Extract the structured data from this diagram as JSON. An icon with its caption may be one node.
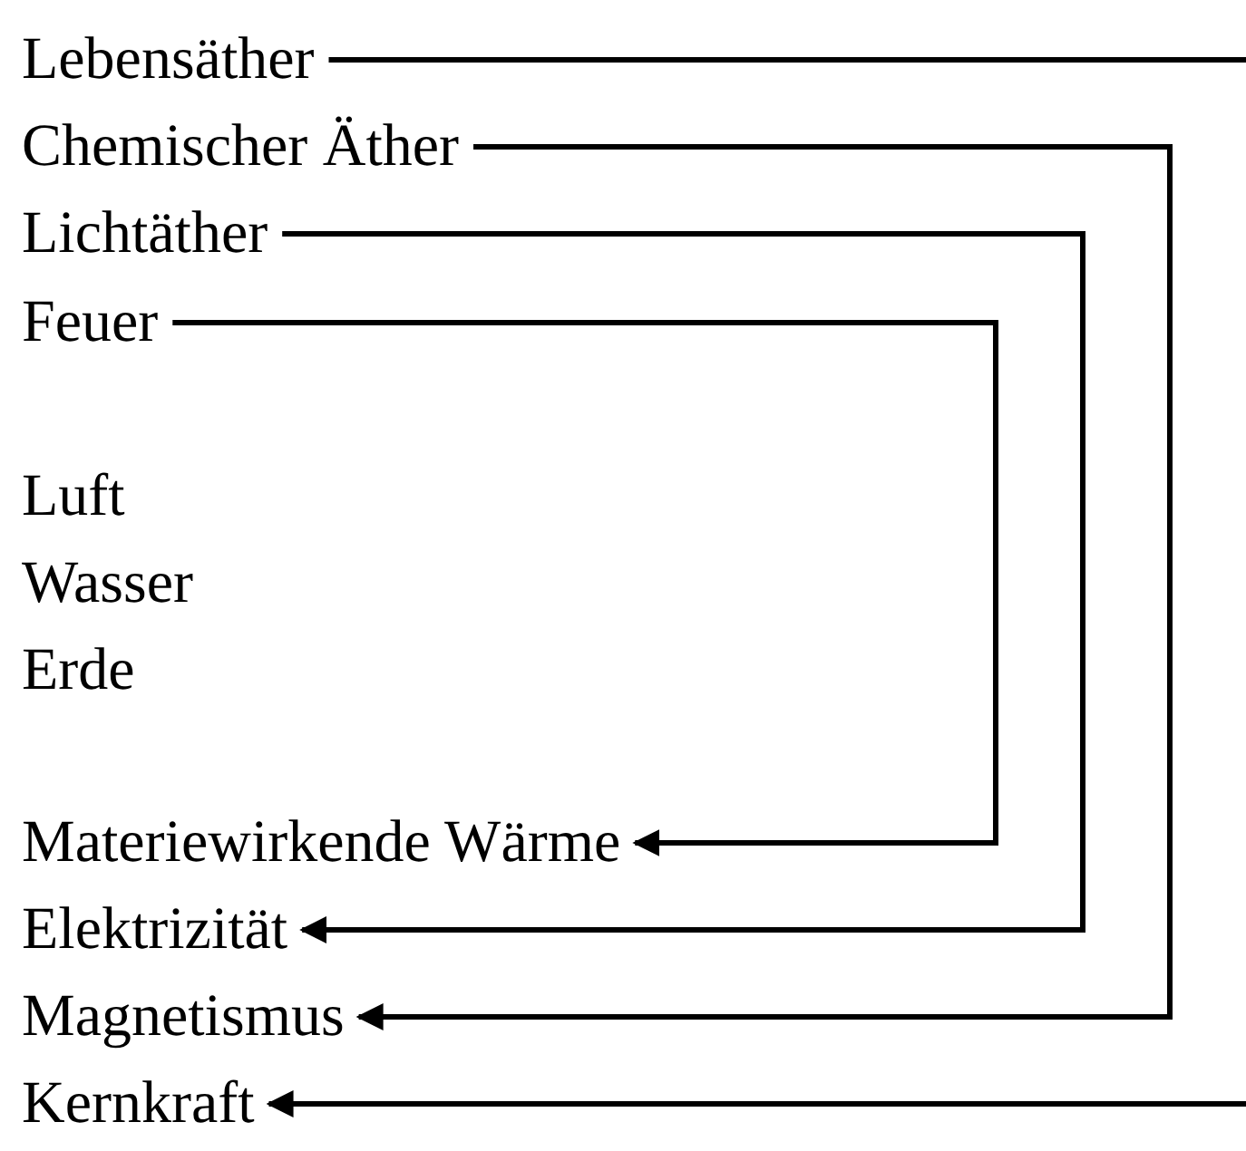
{
  "diagram": {
    "nodes": [
      {
        "text": [
          "Lebensäther"
        ]
      },
      {
        "text": [
          "Chemischer Äther"
        ]
      },
      {
        "text": [
          "Lichtäther"
        ]
      },
      {
        "text": [
          "Feuer"
        ]
      },
      {
        "text": [
          "Materiewirkende Wärme"
        ]
      },
      {
        "text": [
          "Elektrizität"
        ]
      },
      {
        "text": [
          "Magnetismus"
        ]
      },
      {
        "text": [
          "Kernkraft"
        ]
      }
    ],
    "edges": [
      {
        "from": 0,
        "to": null,
        "arrow": "none"
      },
      {
        "from": 1,
        "to": 6,
        "arrow": "to"
      },
      {
        "from": 2,
        "to": 5,
        "arrow": "to"
      },
      {
        "from": 3,
        "to": 4,
        "arrow": "to"
      },
      {
        "from": null,
        "to": 7,
        "arrow": "to"
      }
    ],
    "labels": [
      "Luft",
      "Wasser",
      "Erde"
    ]
  }
}
